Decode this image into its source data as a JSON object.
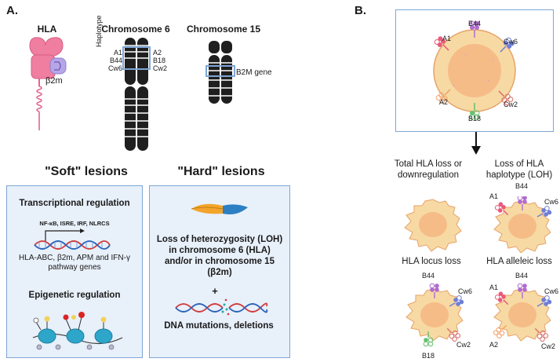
{
  "panel_a": {
    "letter": "A.",
    "hla_title": "HLA",
    "b2m_label": "β2m",
    "chr6_title": "Chromosome 6",
    "chr15_title": "Chromosome 15",
    "haplotype_label": "Haplotype",
    "left_alleles": [
      "A1",
      "B44",
      "Cw6"
    ],
    "right_alleles": [
      "A2",
      "B18",
      "Cw2"
    ],
    "b2m_gene_label": "B2M gene",
    "soft_title": "\"Soft\" lesions",
    "hard_title": "\"Hard\" lesions",
    "transcriptional_title": "Transcriptional regulation",
    "tf_label": "NF-κB, ISRE, IRF, NLRCS",
    "transcriptional_text": "HLA-ABC, β2m, APM and IFN-γ pathway genes",
    "epigenetic_title": "Epigenetic regulation",
    "loh_text": "Loss of heterozygosity (LOH) in chromosome 6 (HLA) and/or in chromosome 15 (β2m)",
    "plus": "+",
    "mutation_text": "DNA mutations, deletions"
  },
  "panel_b": {
    "letter": "B.",
    "top_cell_alleles": [
      "A1",
      "B44",
      "Cw6",
      "A2",
      "B18",
      "Cw2"
    ],
    "total_loss_title": "Total HLA loss or downregulation",
    "loh_title": "Loss of HLA haplotype (LOH)",
    "locus_loss_title": "HLA locus loss",
    "allelic_loss_title": "HLA alleleic loss",
    "loh_cell_alleles": [
      "A1",
      "B44",
      "Cw6"
    ],
    "locus_cell_alleles": [
      "B44",
      "Cw6",
      "Cw2",
      "B18"
    ],
    "allelic_cell_alleles": [
      "A1",
      "B44",
      "Cw6",
      "A2",
      "Cw2"
    ]
  },
  "colors": {
    "box_fill": "#e8f0fa",
    "box_border": "#7ea6d6",
    "cell_fill": "#f7d9a3",
    "nucleus_fill": "#f5b27e",
    "hla_pink": "#ef7ea0",
    "b2m_purple": "#b7a6e6",
    "a1": "#e85a7a",
    "b44": "#b06cd0",
    "cw6": "#6f7fd6",
    "a2": "#f2a26a",
    "b18": "#67c06e",
    "cw2": "#d8706a"
  }
}
